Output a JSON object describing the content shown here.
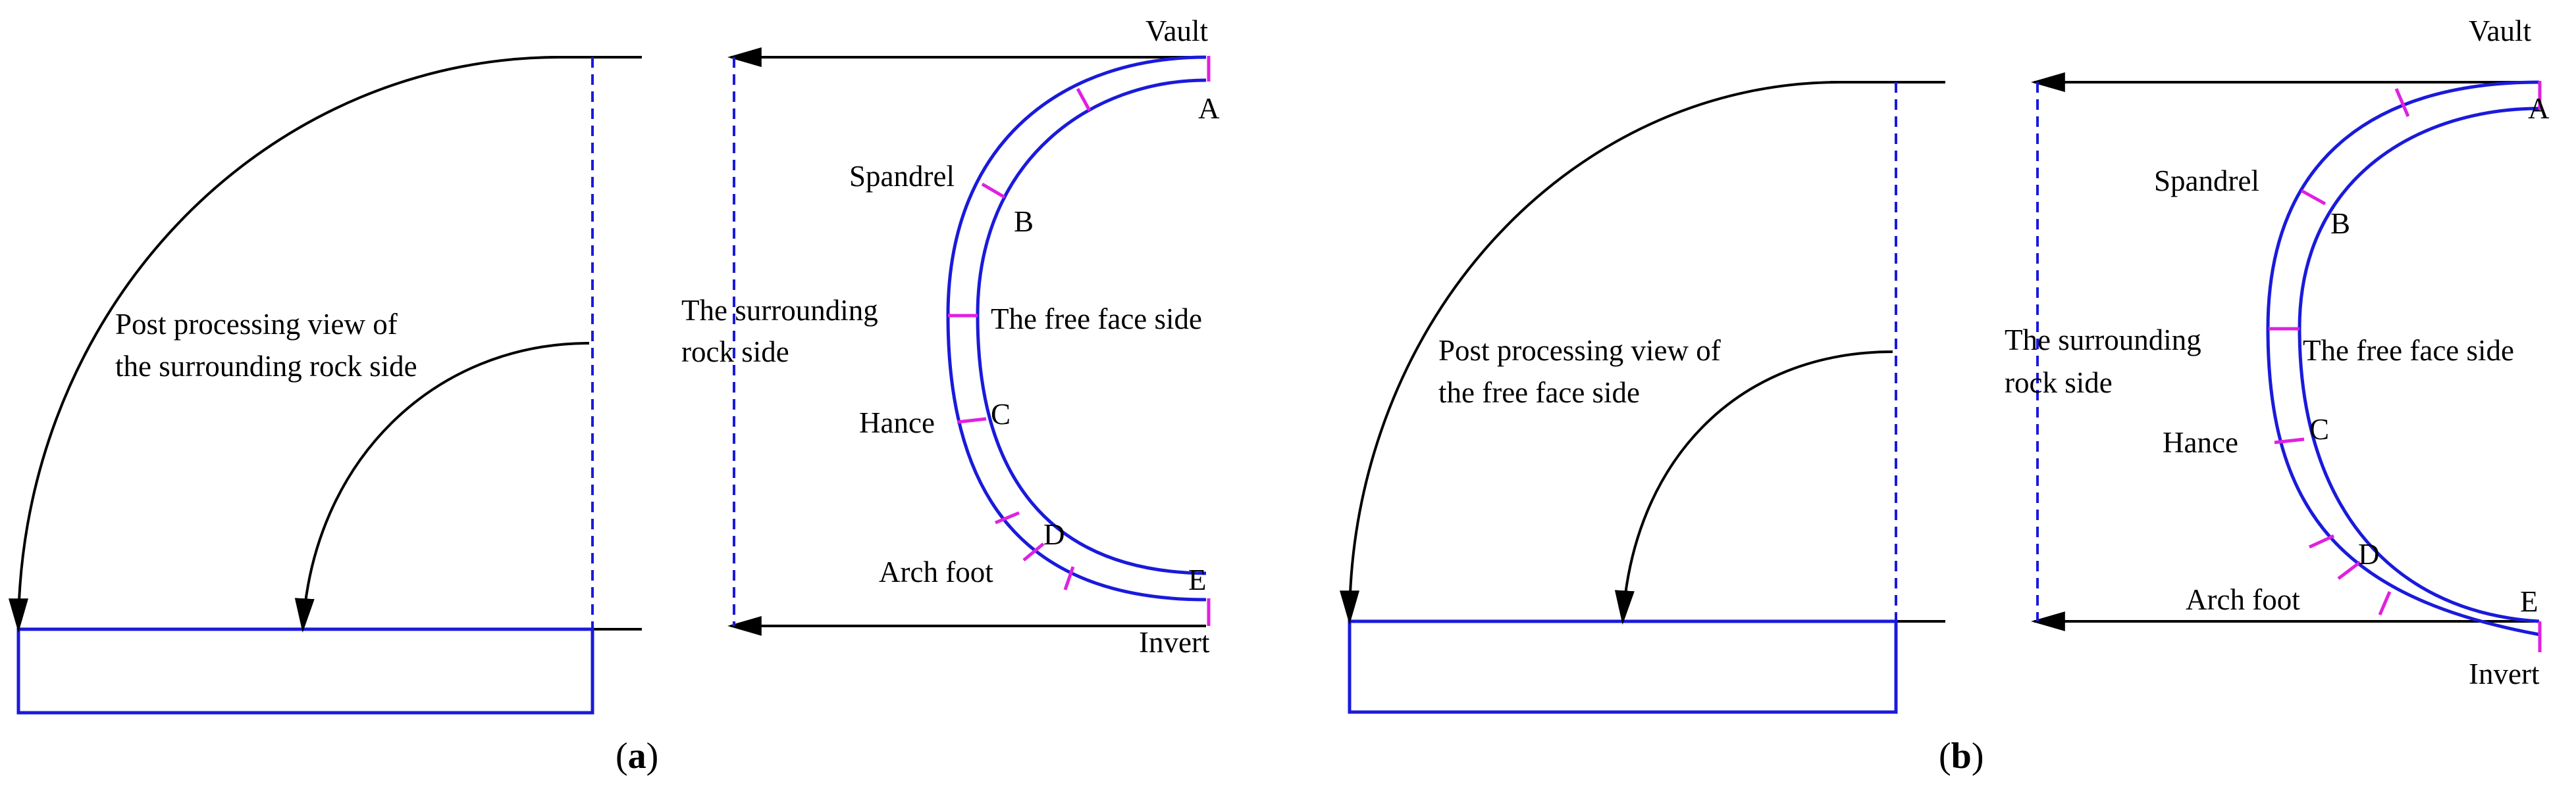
{
  "panel_a": {
    "tag": "(a)",
    "view_label_line1": "Post  processing view of",
    "view_label_line2": "the surrounding rock side",
    "side_left_line1": "The surrounding",
    "side_left_line2": "rock side",
    "side_right": "The free face side",
    "positions": {
      "vault": "Vault",
      "spandrel": "Spandrel",
      "hance": "Hance",
      "arch_foot": "Arch foot",
      "invert": "Invert"
    },
    "points": {
      "a": "A",
      "b": "B",
      "c": "C",
      "d": "D",
      "e": "E"
    }
  },
  "panel_b": {
    "tag": "(b)",
    "view_label_line1": "Post processing view of",
    "view_label_line2": "the free face side",
    "side_left_line1": "The surrounding",
    "side_left_line2": "rock side",
    "side_right": "The free face side",
    "positions": {
      "vault": "Vault",
      "spandrel": "Spandrel",
      "hance": "Hance",
      "arch_foot": "Arch foot",
      "invert": "Invert"
    },
    "points": {
      "a": "A",
      "b": "B",
      "c": "C",
      "d": "D",
      "e": "E"
    }
  },
  "colors": {
    "lining": "#1a1adb",
    "segment_marks": "#e020e0",
    "arrows": "#000000"
  }
}
